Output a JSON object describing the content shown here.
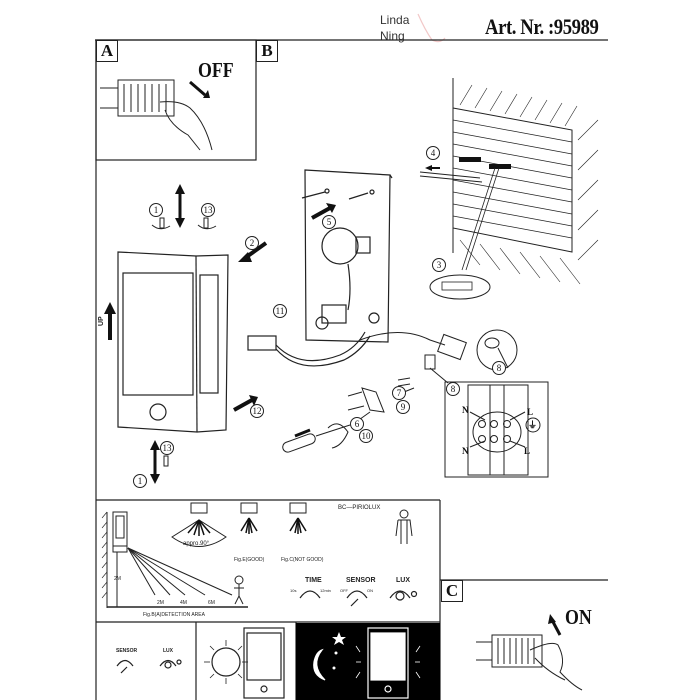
{
  "header": {
    "author_line1": "Linda",
    "author_line2": "Ning",
    "article_number": "Art. Nr. :95989"
  },
  "sections": {
    "a": {
      "label": "A",
      "instruction": "OFF"
    },
    "b": {
      "label": "B"
    },
    "c": {
      "label": "C",
      "instruction": "ON"
    }
  },
  "steps": {
    "s1": "1",
    "s2": "2",
    "s3": "3",
    "s4": "4",
    "s5": "5",
    "s6": "6",
    "s7": "7",
    "s8": "8",
    "s9": "9",
    "s10": "10",
    "s11": "11",
    "s12": "12",
    "s13": "13"
  },
  "lamp": {
    "up_label": "UP"
  },
  "wiring": {
    "n_top": "N",
    "l_top": "L",
    "n_bottom": "N",
    "l_bottom": "L",
    "earth_symbol": "⏚"
  },
  "sensor_panel": {
    "product_code": "BC—PIRIOLUX",
    "angle_label": "appro.90°",
    "fig_good": "Fig.E(GOOD)",
    "fig_not_good": "Fig.C(NOT GOOD)",
    "height_label": "2M",
    "distances": [
      "2M",
      "4M",
      "6M"
    ],
    "detection_caption": "Fig.B(A)DETECTION AREA",
    "time": {
      "label": "TIME",
      "min": "10s",
      "max": "12min"
    },
    "sensor": {
      "label": "SENSOR",
      "min": "OFF",
      "max": "ON"
    },
    "lux": {
      "label": "LUX"
    }
  },
  "mode_panel": {
    "sensor_label": "SENSOR",
    "lux_label": "LUX",
    "day_icon": "sun-icon",
    "night_icon": "moon-icon"
  }
}
